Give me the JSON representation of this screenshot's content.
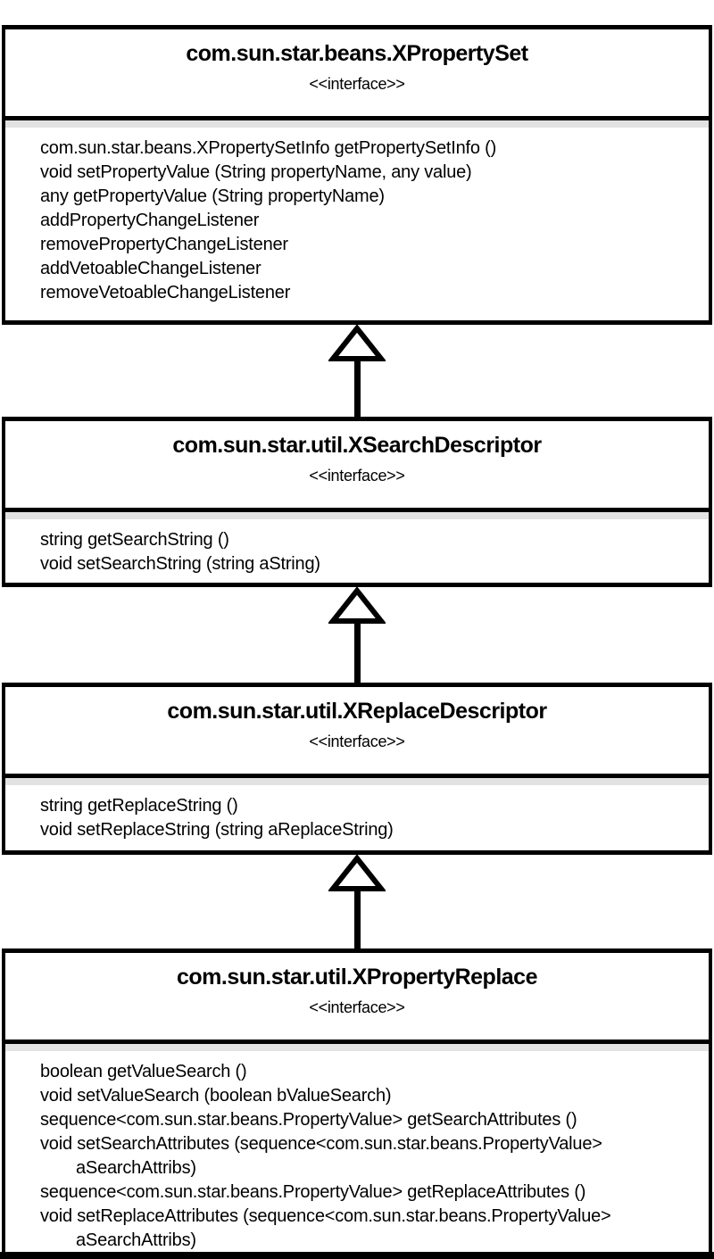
{
  "diagram": {
    "type": "uml-interface-inheritance",
    "colors": {
      "line": "#000000",
      "box_background": "#ffffff",
      "divider_shadow": "#e2e2e2"
    },
    "connector": {
      "kind": "generalization",
      "arrowhead": "hollow-triangle",
      "direction": "up"
    },
    "boxes": [
      {
        "title": "com.sun.star.beans.XPropertySet",
        "stereotype": "<<interface>>",
        "methods": [
          "com.sun.star.beans.XPropertySetInfo getPropertySetInfo ()",
          "void setPropertyValue (String propertyName, any value)",
          "any getPropertyValue (String propertyName)",
          "addPropertyChangeListener",
          "removePropertyChangeListener",
          "addVetoableChangeListener",
          "removeVetoableChangeListener"
        ]
      },
      {
        "title": "com.sun.star.util.XSearchDescriptor",
        "stereotype": "<<interface>>",
        "methods": [
          "string getSearchString ()",
          "void setSearchString (string aString)"
        ]
      },
      {
        "title": "com.sun.star.util.XReplaceDescriptor",
        "stereotype": "<<interface>>",
        "methods": [
          "string getReplaceString ()",
          "void setReplaceString (string aReplaceString)"
        ]
      },
      {
        "title": "com.sun.star.util.XPropertyReplace",
        "stereotype": "<<interface>>",
        "methods": [
          "boolean getValueSearch ()",
          "void setValueSearch (boolean bValueSearch)",
          "sequence<com.sun.star.beans.PropertyValue> getSearchAttributes ()",
          "void setSearchAttributes (sequence<com.sun.star.beans.PropertyValue>",
          "aSearchAttribs)",
          "sequence<com.sun.star.beans.PropertyValue> getReplaceAttributes ()",
          "void setReplaceAttributes (sequence<com.sun.star.beans.PropertyValue>",
          "aSearchAttribs)"
        ]
      }
    ]
  }
}
